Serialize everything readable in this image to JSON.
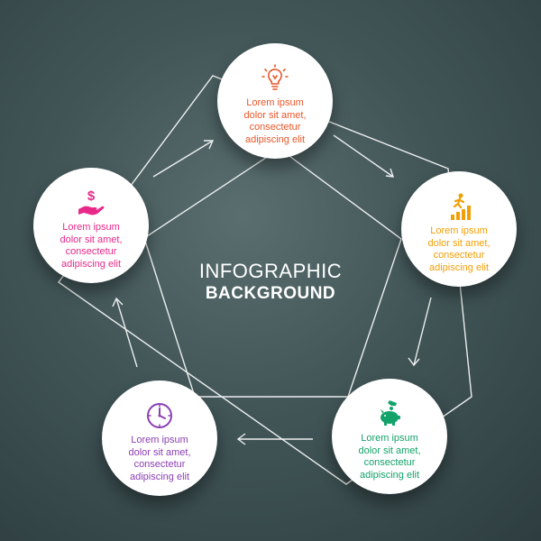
{
  "title": {
    "line1": "INFOGRAPHIC",
    "line2": "BACKGROUND"
  },
  "colors": {
    "top": "#e8572a",
    "right": "#f29f05",
    "bottom_right": "#13a36a",
    "bottom_left": "#8b3fb3",
    "left": "#e8298a"
  },
  "nodes": [
    {
      "id": "top",
      "icon": "lightbulb-icon",
      "lines": [
        "Lorem ipsum",
        "dolor sit amet,",
        "consectetur",
        "adipiscing elit"
      ]
    },
    {
      "id": "right",
      "icon": "growth-chart-runner-icon",
      "lines": [
        "Lorem ipsum",
        "dolor sit amet,",
        "consectetur",
        "adipiscing elit"
      ]
    },
    {
      "id": "bottom_right",
      "icon": "piggy-bank-icon",
      "lines": [
        "Lorem ipsum",
        "dolor sit amet,",
        "consectetur",
        "adipiscing elit"
      ]
    },
    {
      "id": "bottom_left",
      "icon": "clock-icon",
      "lines": [
        "Lorem ipsum",
        "dolor sit amet,",
        "consectetur",
        "adipiscing elit"
      ]
    },
    {
      "id": "left",
      "icon": "hand-dollar-icon",
      "lines": [
        "Lorem ipsum",
        "dolor sit amet,",
        "consectetur",
        "adipiscing elit"
      ]
    }
  ]
}
